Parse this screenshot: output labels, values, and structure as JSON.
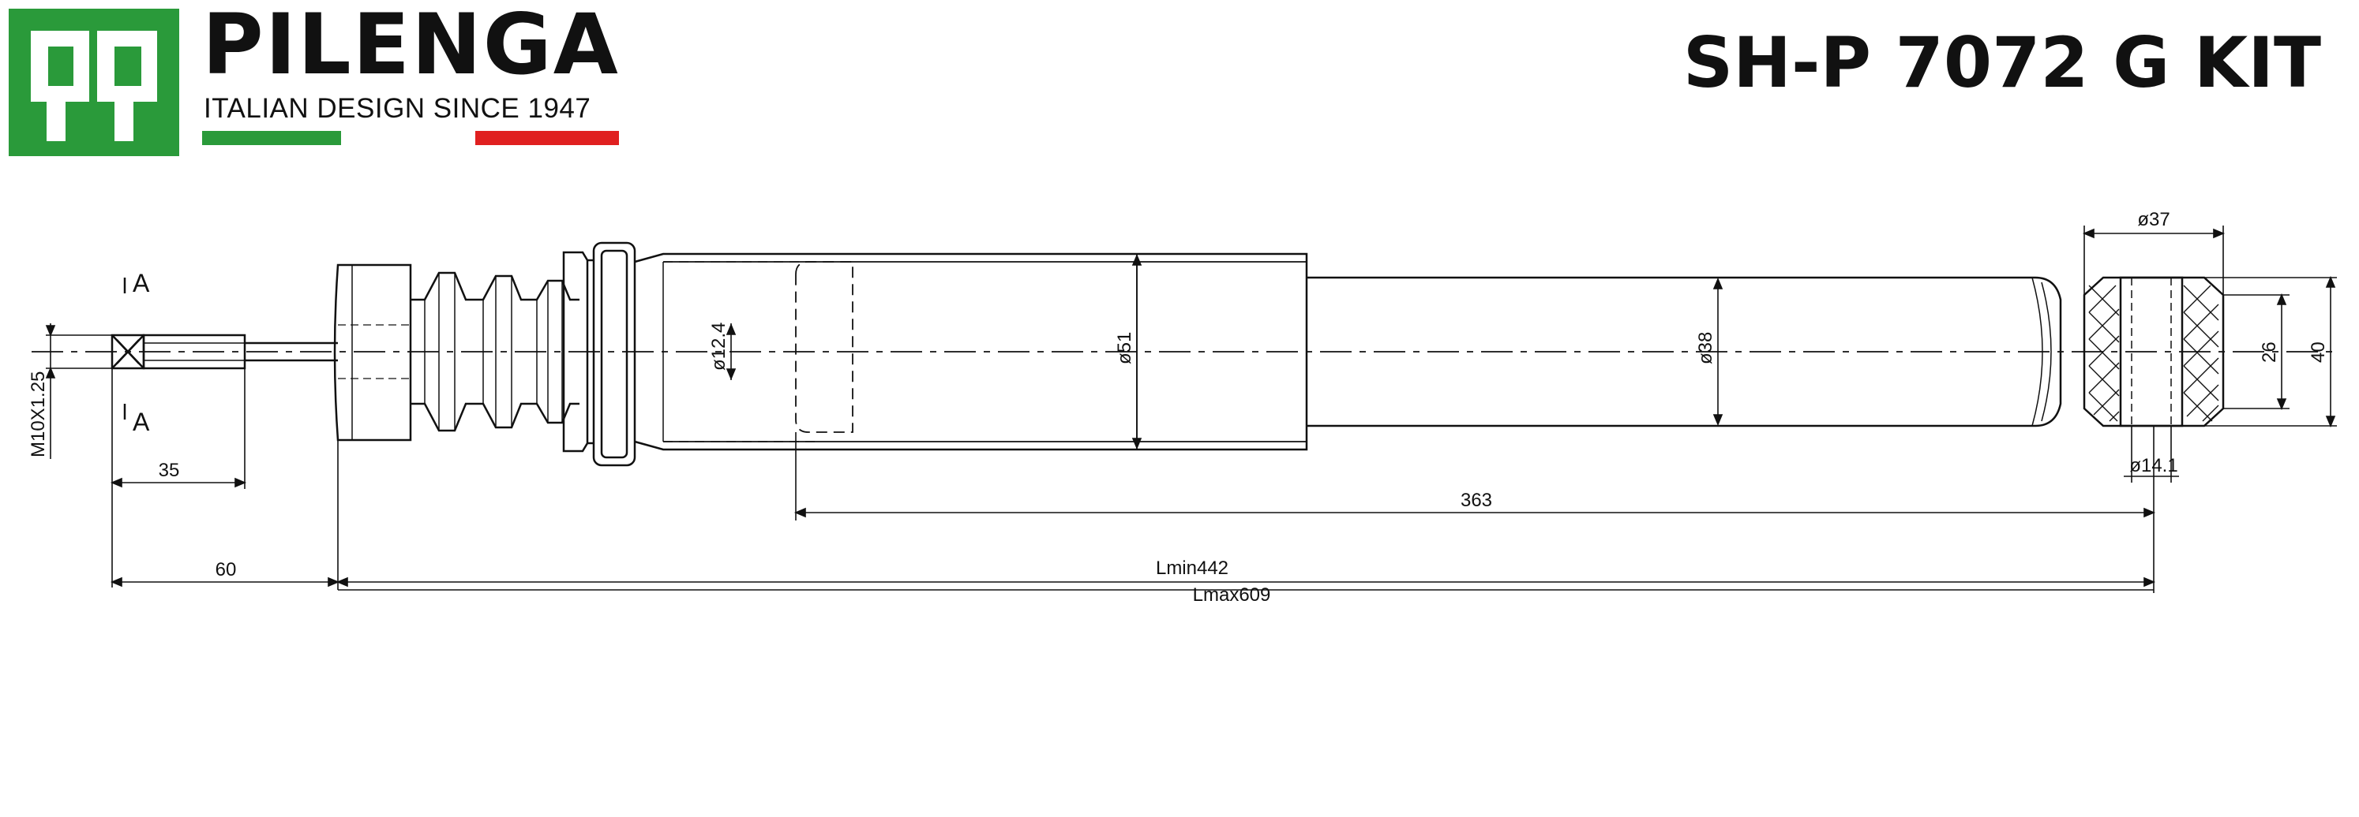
{
  "brand": {
    "name": "PILENGA",
    "tagline": "ITALIAN DESIGN SINCE 1947",
    "logo_colors": {
      "green": "#2a9a3a",
      "red": "#e02020",
      "white": "#ffffff"
    }
  },
  "part_number": "SH-P 7072 G KIT",
  "diagram": {
    "section_marks": [
      "A",
      "A"
    ],
    "dimensions": {
      "thread": "M10X1.25",
      "thread_length": "35",
      "stud_length": "60",
      "rod_diameter": "ø12.4",
      "body_diameter": "ø51",
      "tube_diameter": "ø38",
      "bushing_outer": "ø37",
      "bushing_inner": "ø14.1",
      "bushing_height_inner": "26",
      "bushing_height_outer": "40",
      "span": "363",
      "lmin": "Lmin442",
      "lmax": "Lmax609"
    }
  }
}
